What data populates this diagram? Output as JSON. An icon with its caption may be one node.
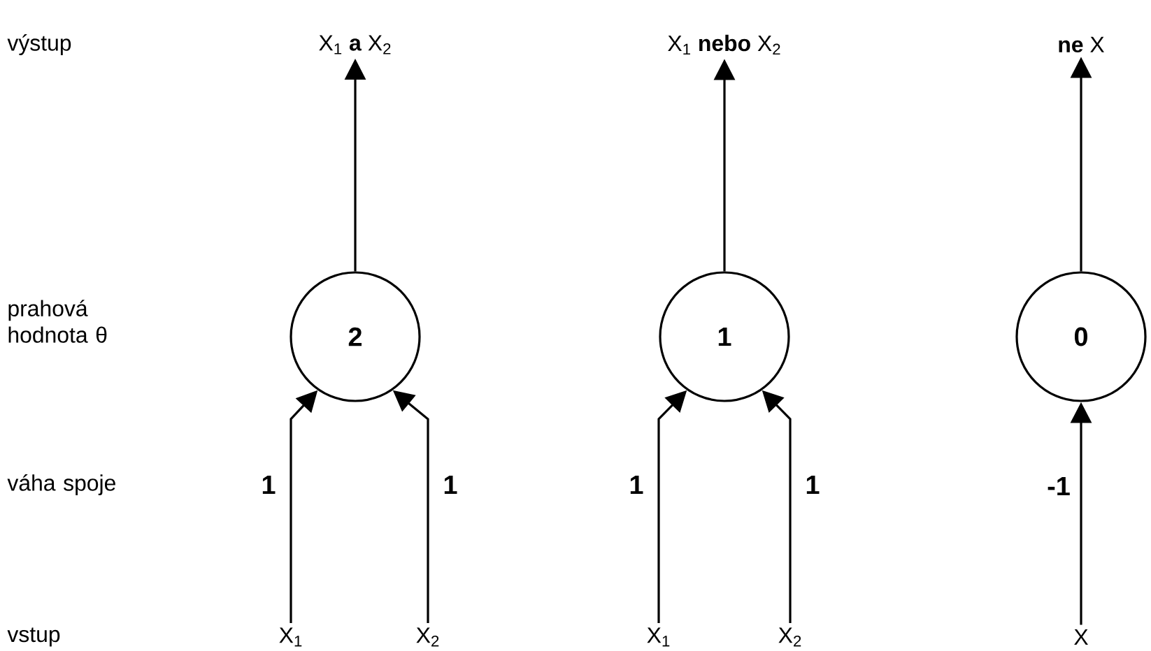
{
  "diagram": {
    "nodes": [
      {
        "text": [
          "X$_{1}$ **a** X$_{2}$"
        ]
      },
      {
        "text": [
          "X$_{1}$ **nebo** X$_{2}$"
        ]
      },
      {
        "text": [
          "**ne** X"
        ]
      },
      {
        "text": [
          "2"
        ]
      },
      {
        "text": [
          "1"
        ]
      },
      {
        "text": [
          "0"
        ]
      },
      {
        "text": [
          "X$_{1}$"
        ]
      },
      {
        "text": [
          "X$_{2}$"
        ]
      },
      {
        "text": [
          "X$_{1}$"
        ]
      },
      {
        "text": [
          "X$_{2}$"
        ]
      },
      {
        "text": [
          "X"
        ]
      }
    ],
    "edges": [
      {
        "from": 3,
        "to": 0,
        "arrow": "to"
      },
      {
        "from": 4,
        "to": 1,
        "arrow": "to"
      },
      {
        "from": 5,
        "to": 2,
        "arrow": "to"
      },
      {
        "from": 6,
        "to": 3,
        "arrow": "to",
        "label": "1"
      },
      {
        "from": 7,
        "to": 3,
        "arrow": "to",
        "label": "1"
      },
      {
        "from": 8,
        "to": 4,
        "arrow": "to",
        "label": "1"
      },
      {
        "from": 9,
        "to": 4,
        "arrow": "to",
        "label": "1"
      },
      {
        "from": 10,
        "to": 5,
        "arrow": "to",
        "label": "-1"
      }
    ],
    "labels": [
      "výstup",
      "prahová hodnota θ",
      "váha spoje",
      "vstup"
    ]
  }
}
